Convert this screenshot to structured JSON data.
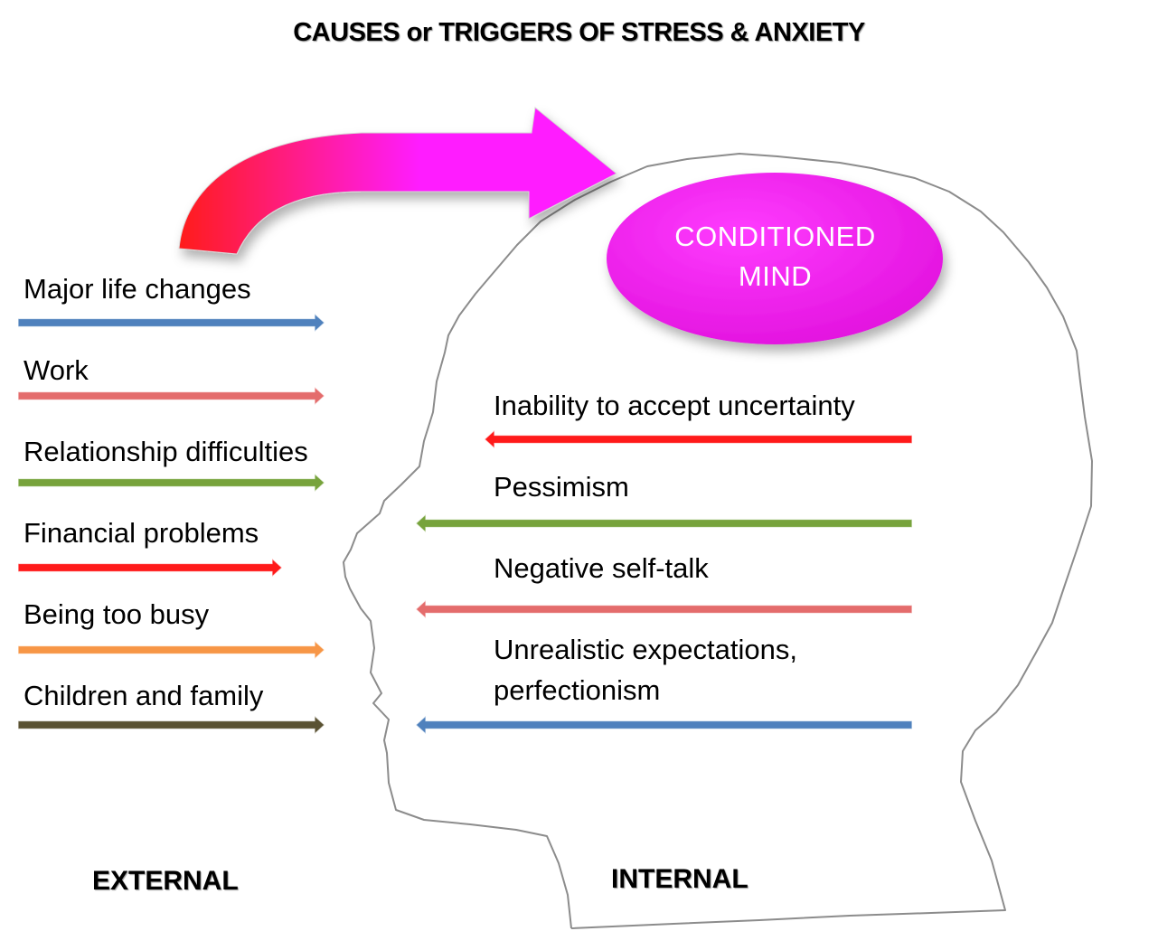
{
  "title": "CAUSES or TRIGGERS OF STRESS  & ANXIETY",
  "center": {
    "line1": "CONDITIONED",
    "line2": "MIND"
  },
  "sections": {
    "external": "EXTERNAL",
    "internal": "INTERNAL"
  },
  "external_causes": [
    {
      "label": "Major life changes",
      "color": "#4f81bd"
    },
    {
      "label": "Work",
      "color": "#e46c6c"
    },
    {
      "label": "Relationship difficulties",
      "color": "#77a33c"
    },
    {
      "label": "Financial problems",
      "color": "#ff1a1a"
    },
    {
      "label": "Being too busy",
      "color": "#f79646"
    },
    {
      "label": "Children and family",
      "color": "#5a5232"
    }
  ],
  "internal_causes": [
    {
      "label": "Inability to accept uncertainty",
      "color": "#ff1a1a"
    },
    {
      "label": "Pessimism",
      "color": "#77a33c"
    },
    {
      "label": "Negative self-talk",
      "color": "#e46c6c"
    },
    {
      "label": "Unrealistic expectations,",
      "label2": "perfectionism",
      "color": "#4f81bd"
    }
  ],
  "colors": {
    "big_arrow_start": "#ff1a1a",
    "big_arrow_end": "#ff1aff",
    "mind_fill": "#f21cf0"
  }
}
